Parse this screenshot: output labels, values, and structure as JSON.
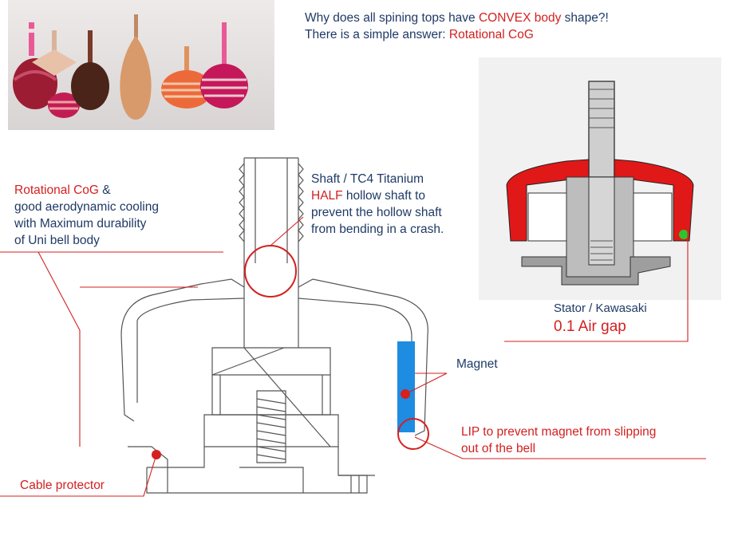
{
  "header": {
    "line1_a": "Why does all spining tops have ",
    "line1_b": "CONVEX body",
    "line1_c": " shape?!",
    "line2_a": "There is a simple answer: ",
    "line2_b": "Rotational CoG"
  },
  "left_note": {
    "a": "Rotational CoG",
    "b": " &",
    "line2": "good aerodynamic cooling",
    "line3": "with Maximum durability",
    "line4": "of Uni bell body"
  },
  "shaft_note": {
    "line1": "Shaft / TC4 Titanium",
    "line2_a": "HALF",
    "line2_b": " hollow shaft to",
    "line3": "prevent the hollow shaft",
    "line4": "from bending in a crash."
  },
  "stator_note": {
    "line1": "Stator / Kawasaki",
    "line2": "0.1 Air gap"
  },
  "magnet_label": "Magnet",
  "lip_note": {
    "line1": "LIP to prevent magnet from slipping",
    "line2": "out of the bell"
  },
  "cable_label": "Cable protector",
  "colors": {
    "accent_red": "#d42020",
    "navy_text": "#1f3a66",
    "magnet_blue": "#1e8ce0",
    "render_red": "#e01818",
    "air_gap_green": "#2ec42e"
  }
}
